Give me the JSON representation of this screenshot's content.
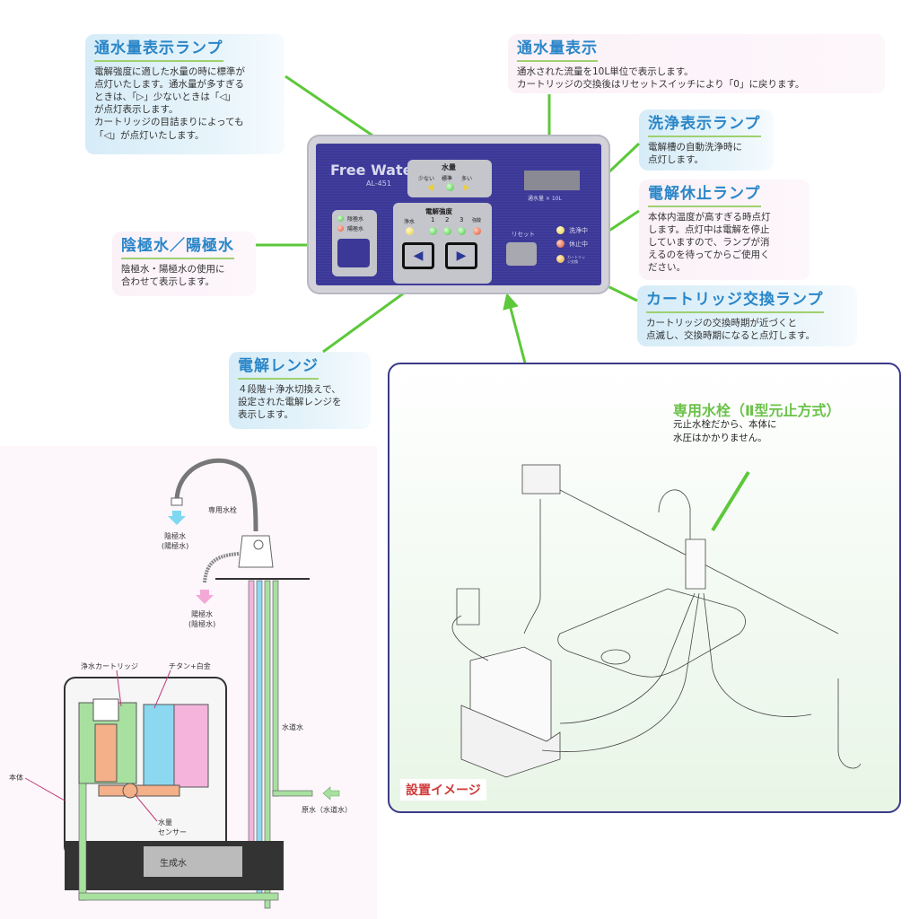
{
  "callouts": {
    "flow_lamp": {
      "title": "通水量表示ランプ",
      "body": "電解強度に適した水量の時に標準が\n点灯いたします。通水量が多すぎる\nときは、「▷」少ないときは「◁」\nが点灯表示します。\nカートリッジの目詰まりによっても\n「◁」が点灯いたします。"
    },
    "flow_display": {
      "title": "通水量表示",
      "body": "通水された流量を10L単位で表示します。\nカートリッジの交換後はリセットスイッチにより「0」に戻ります。"
    },
    "wash_lamp": {
      "title": "洗浄表示ランプ",
      "body": "電解槽の自動洗浄時に\n点灯します。"
    },
    "pause_lamp": {
      "title": "電解休止ランプ",
      "body": "本体内温度が高すぎる時点灯\nします。点灯中は電解を停止\nしていますので、ランプが消\nえるのを待ってからご使用く\nださい。"
    },
    "cartridge_lamp": {
      "title": "カートリッジ交換ランプ",
      "body": "カートリッジの交換時期が近づくと\n点滅し、交換時期になると点灯します。"
    },
    "cathode_anode": {
      "title": "陰極水／陽極水",
      "body": "陰極水・陽極水の使用に\n合わせて表示します。"
    },
    "range": {
      "title": "電解レンジ",
      "body": "４段階＋浄水切換えで、\n設定された電解レンジを\n表示します。"
    }
  },
  "panel": {
    "brand": "Free Water",
    "model": "AL-451",
    "flow": {
      "title": "水量",
      "low": "少ない",
      "standard": "標準",
      "high": "多い"
    },
    "strength": {
      "title": "電解強度",
      "levels": [
        "浄水",
        "1",
        "2",
        "3",
        "強酸"
      ]
    },
    "water_type": {
      "cathode": "陰極水",
      "anode": "陽極水"
    },
    "display_unit": "通水量 × 10L",
    "reset_label": "リセット",
    "status": {
      "washing": "洗浄中",
      "paused": "休止中",
      "cartridge": "カートリッジ交換"
    },
    "left_arrow": "◀",
    "right_arrow": "▶"
  },
  "diagram": {
    "faucet_label": "専用水栓",
    "outlet1": "陰極水\n(陽極水)",
    "outlet2": "陽極水\n(陰極水)",
    "cartridge": "浄水カートリッジ",
    "electrode": "チタン+白金",
    "body": "本体",
    "tap_water": "水道水",
    "sensor": "水量\nセンサー",
    "raw_water": "原水（水道水）",
    "product_water": "生成水"
  },
  "install": {
    "tag": "設置イメージ",
    "faucet_title": "専用水栓（Ⅱ型元止方式）",
    "faucet_desc": "元止水栓だから、本体に\n水圧はかかりません。"
  }
}
